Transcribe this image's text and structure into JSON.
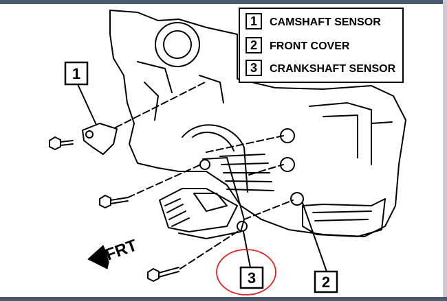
{
  "legend": {
    "items": [
      {
        "number": "1",
        "label": "CAMSHAFT SENSOR"
      },
      {
        "number": "2",
        "label": "FRONT COVER"
      },
      {
        "number": "3",
        "label": "CRANKSHAFT SENSOR"
      }
    ]
  },
  "callouts": {
    "c1": "1",
    "c2": "2",
    "c3": "3"
  },
  "direction": {
    "label": "FRT"
  },
  "colors": {
    "annotation_circle": "#e02020",
    "ink": "#000000"
  }
}
